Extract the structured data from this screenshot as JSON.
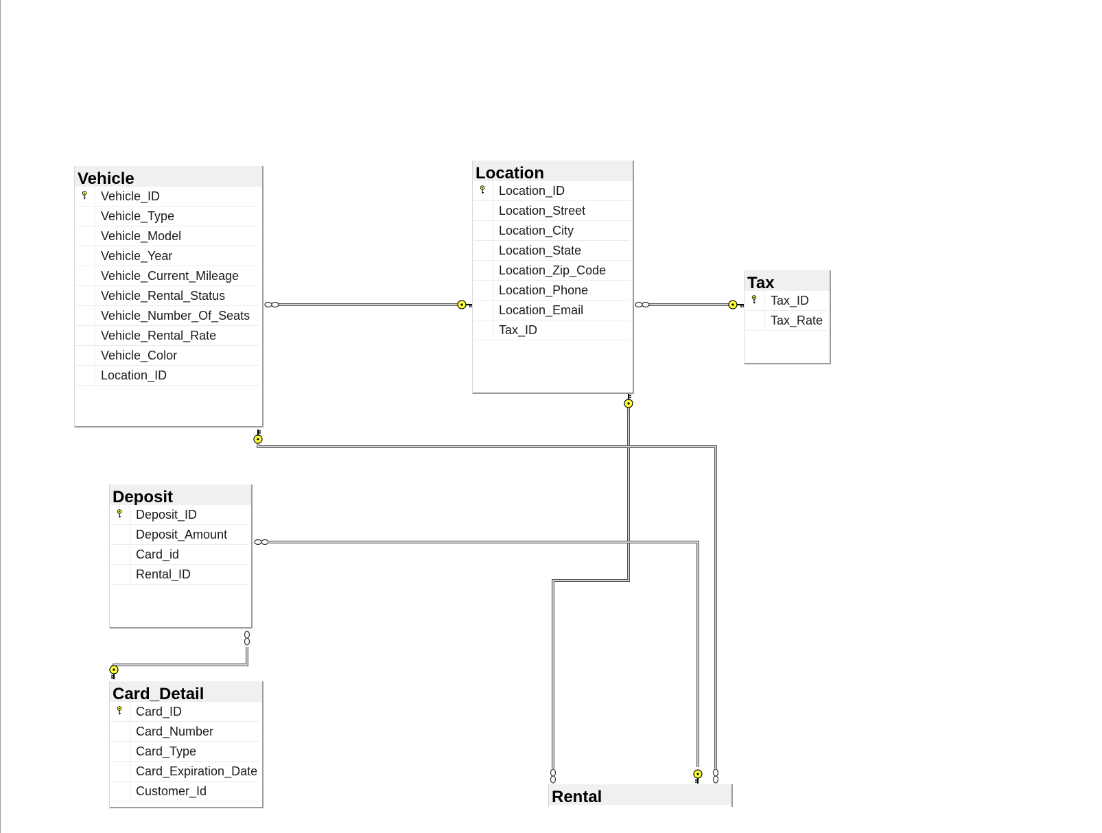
{
  "diagram": {
    "tables": [
      {
        "id": "vehicle",
        "name": "Vehicle",
        "columns": [
          {
            "name": "Vehicle_ID",
            "pk": true
          },
          {
            "name": "Vehicle_Type",
            "pk": false
          },
          {
            "name": "Vehicle_Model",
            "pk": false
          },
          {
            "name": "Vehicle_Year",
            "pk": false
          },
          {
            "name": "Vehicle_Current_Mileage",
            "pk": false
          },
          {
            "name": "Vehicle_Rental_Status",
            "pk": false
          },
          {
            "name": "Vehicle_Number_Of_Seats",
            "pk": false
          },
          {
            "name": "Vehicle_Rental_Rate",
            "pk": false
          },
          {
            "name": "Vehicle_Color",
            "pk": false
          },
          {
            "name": "Location_ID",
            "pk": false
          }
        ]
      },
      {
        "id": "location",
        "name": "Location",
        "columns": [
          {
            "name": "Location_ID",
            "pk": true
          },
          {
            "name": "Location_Street",
            "pk": false
          },
          {
            "name": "Location_City",
            "pk": false
          },
          {
            "name": "Location_State",
            "pk": false
          },
          {
            "name": "Location_Zip_Code",
            "pk": false
          },
          {
            "name": "Location_Phone",
            "pk": false
          },
          {
            "name": "Location_Email",
            "pk": false
          },
          {
            "name": "Tax_ID",
            "pk": false
          }
        ]
      },
      {
        "id": "tax",
        "name": "Tax",
        "columns": [
          {
            "name": "Tax_ID",
            "pk": true
          },
          {
            "name": "Tax_Rate",
            "pk": false
          }
        ]
      },
      {
        "id": "deposit",
        "name": "Deposit",
        "columns": [
          {
            "name": "Deposit_ID",
            "pk": true
          },
          {
            "name": "Deposit_Amount",
            "pk": false
          },
          {
            "name": "Card_id",
            "pk": false
          },
          {
            "name": "Rental_ID",
            "pk": false
          }
        ]
      },
      {
        "id": "card_detail",
        "name": "Card_Detail",
        "columns": [
          {
            "name": "Card_ID",
            "pk": true
          },
          {
            "name": "Card_Number",
            "pk": false
          },
          {
            "name": "Card_Type",
            "pk": false
          },
          {
            "name": "Card_Expiration_Date",
            "pk": false
          },
          {
            "name": "Customer_Id",
            "pk": false
          }
        ]
      },
      {
        "id": "rental",
        "name": "Rental",
        "columns": []
      }
    ],
    "relationships": [
      {
        "id": "vehicle-location",
        "many": "vehicle",
        "one": "location"
      },
      {
        "id": "location-tax",
        "many": "location",
        "one": "tax"
      },
      {
        "id": "deposit-card",
        "many": "deposit",
        "one": "card_detail"
      },
      {
        "id": "rental-location",
        "many": "rental",
        "one": "location"
      },
      {
        "id": "rental-vehicle",
        "many": "rental",
        "one": "vehicle"
      },
      {
        "id": "deposit-rental",
        "many": "deposit",
        "one": "rental"
      }
    ],
    "colors": {
      "key": "#ffff33",
      "key_outline": "#000000",
      "line": "#555555",
      "header_bg": "#f0f0f0"
    },
    "icons": {
      "primary_key": "key-icon",
      "one_end": "key-icon",
      "many_end": "infinity-icon"
    }
  }
}
